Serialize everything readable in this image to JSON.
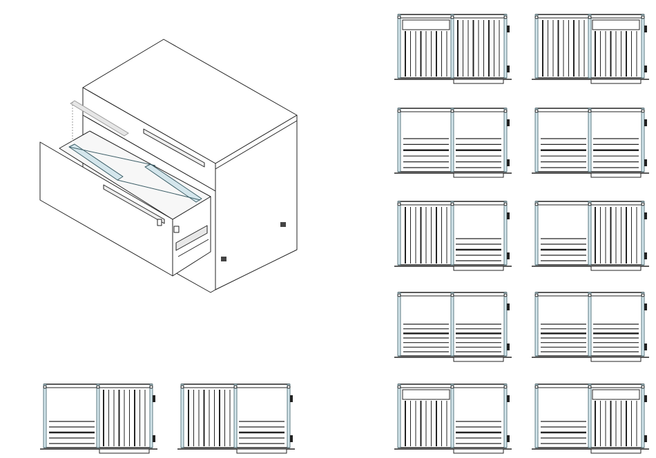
{
  "colors": {
    "line": "#222222",
    "fill": "#ffffff",
    "rail": "#d4e6ec",
    "rail_stroke": "#3b5d66",
    "accessory": "#e6e6e6"
  },
  "cabinet": {
    "drawers": [
      "upper",
      "lower-open"
    ],
    "hanging_rails": 2,
    "handle_icon": "lock-icon"
  },
  "layouts": [
    {
      "id": "A",
      "left": "hanging-with-cover",
      "right": "hanging"
    },
    {
      "id": "B",
      "left": "hanging",
      "right": "hanging-with-cover"
    },
    {
      "id": "C",
      "left": "shelves-wide",
      "right": "shelves-wide"
    },
    {
      "id": "D",
      "left": "shelves-wide",
      "right": "shelves-wide"
    },
    {
      "id": "E",
      "left": "hanging",
      "right": "shelves-low"
    },
    {
      "id": "F",
      "left": "shelves-low",
      "right": "hanging"
    },
    {
      "id": "G",
      "left": "shelves-full",
      "right": "shelves-full"
    },
    {
      "id": "H",
      "left": "shelves-full",
      "right": "shelves-full"
    },
    {
      "id": "I",
      "left": "shelves-low",
      "right": "hanging"
    },
    {
      "id": "J",
      "left": "hanging",
      "right": "shelves-low"
    },
    {
      "id": "K",
      "left": "hanging-with-cover",
      "right": "shelves-low"
    },
    {
      "id": "L",
      "left": "shelves-low",
      "right": "hanging-with-cover"
    }
  ]
}
